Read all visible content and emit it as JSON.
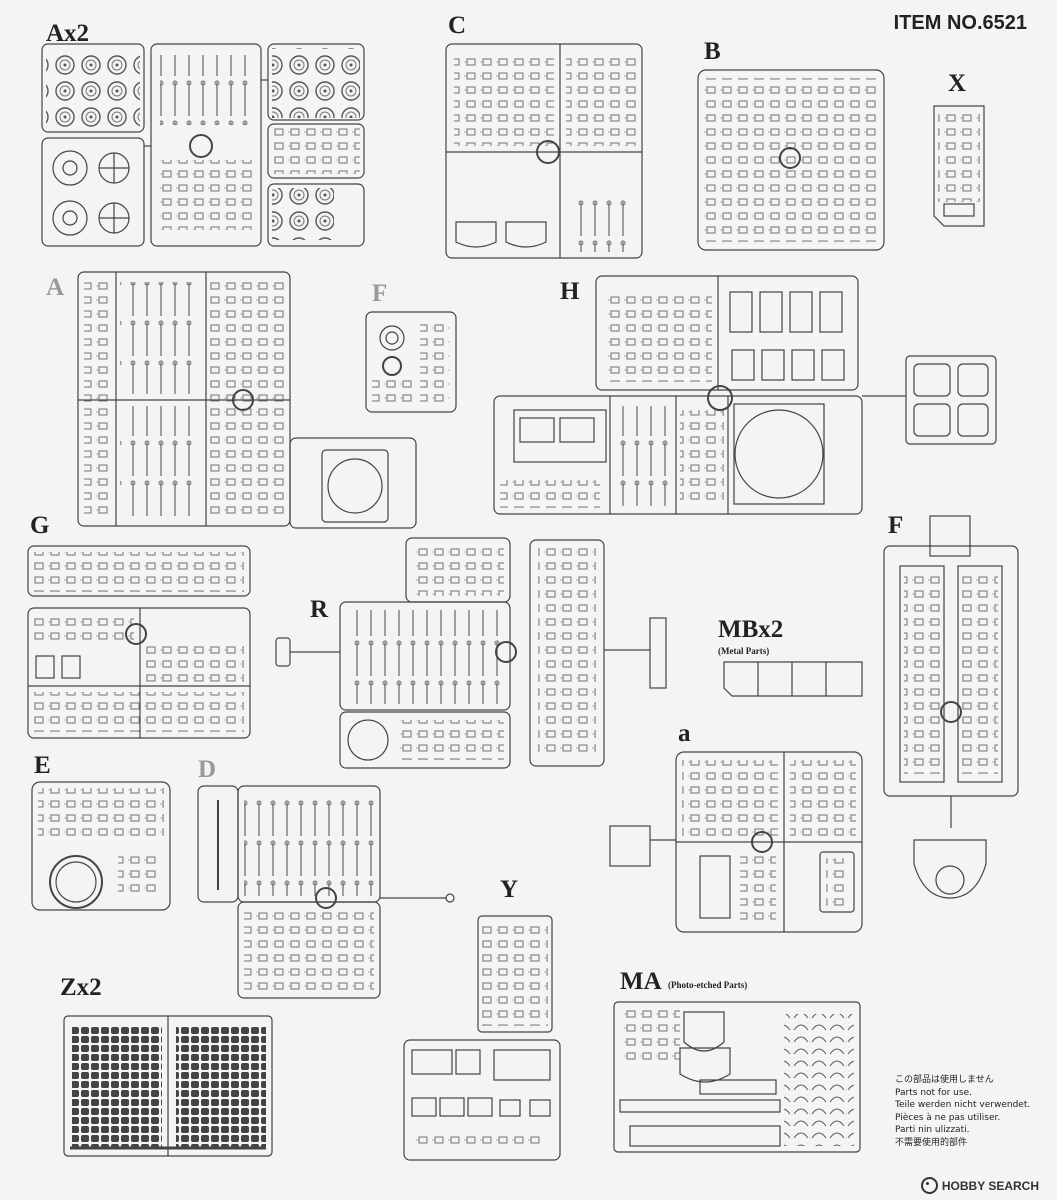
{
  "header": {
    "item_no": "ITEM NO.6521"
  },
  "sprues": {
    "ax2": "Ax2",
    "c": "C",
    "b": "B",
    "x": "X",
    "a": "A",
    "f_small": "F",
    "h": "H",
    "g": "G",
    "r": "R",
    "mbx2": "MBx2",
    "mb_sub": "(Metal Parts)",
    "f_large": "F",
    "e": "E",
    "d": "D",
    "a_lower": "a",
    "y": "Y",
    "zx2": "Zx2",
    "ma": "MA",
    "ma_sub": "(Photo-etched Parts)"
  },
  "notes": [
    "この部品は使用しません",
    "Parts not for use.",
    "Teile werden nicht verwendet.",
    "Pièces à ne pas utiliser.",
    "Parti nin ulizzati.",
    "不需要使用的部件"
  ],
  "watermark": "HOBBY SEARCH",
  "colors": {
    "line": "#444444",
    "grey_label": "#999999",
    "background": "#f4f4f4"
  }
}
